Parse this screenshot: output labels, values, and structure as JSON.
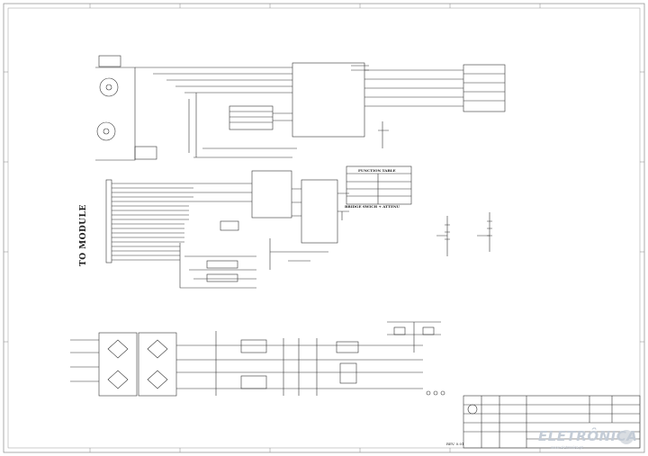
{
  "labels": {
    "to_module": "TO MODULE",
    "function_table_title": "FUNCTION TABLE",
    "function_table_caption": "BRIDGE SWICH + ATTENU",
    "doc_number": "REV. 0.01"
  },
  "watermark": {
    "text": "ELETRÔNICA",
    "site": "www.eletronica.pt"
  },
  "colors": {
    "line": "#333333",
    "border": "#777777",
    "watermark": "#c4ccd6"
  }
}
